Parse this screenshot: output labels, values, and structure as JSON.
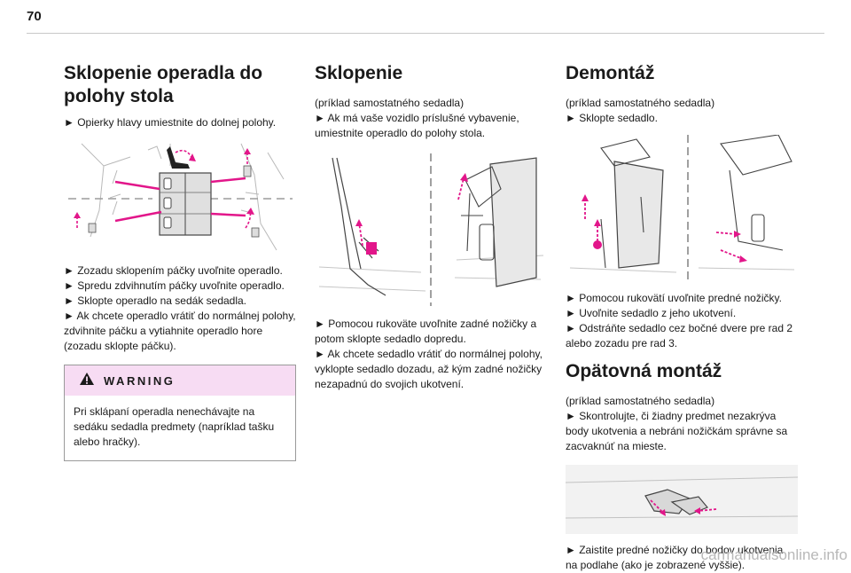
{
  "page_number": "70",
  "col1": {
    "title_line1": "Sklopenie operadla do",
    "title_line2": "polohy stola",
    "intro": "► Opierky hlavy umiestnite do dolnej polohy.",
    "steps": [
      "► Zozadu sklopením páčky uvoľnite operadlo.",
      "► Spredu zdvihnutím páčky uvoľnite operadlo.",
      "► Sklopte operadlo na sedák sedadla.",
      "► Ak chcete operadlo vrátiť do normálnej polohy, zdvihnite páčku a vytiahnite operadlo hore (zozadu sklopte páčku)."
    ],
    "warning": {
      "title": "WARNING",
      "text": "Pri sklápaní operadla nenechávajte na sedáku sedadla predmety (napríklad tašku alebo hračky)."
    }
  },
  "col2": {
    "title": "Sklopenie",
    "intro_lines": [
      "(príklad samostatného sedadla)",
      "► Ak má vaše vozidlo príslušné vybavenie, umiestnite operadlo do polohy stola."
    ],
    "steps": [
      "► Pomocou rukoväte uvoľnite zadné nožičky a potom sklopte sedadlo dopredu.",
      "► Ak chcete sedadlo vrátiť do normálnej polohy, vyklopte sedadlo dozadu, až kým zadné nožičky nezapadnú do svojich ukotvení."
    ]
  },
  "col3": {
    "title": "Demontáž",
    "intro_lines": [
      "(príklad samostatného sedadla)",
      "► Sklopte sedadlo."
    ],
    "steps": [
      "► Pomocou rukovätí uvoľnite predné nožičky.",
      "► Uvoľnite sedadlo z jeho ukotvení.",
      "► Odstráňte sedadlo cez bočné dvere pre rad 2 alebo zozadu pre rad 3."
    ],
    "title2": "Opätovná montáž",
    "intro2_lines": [
      "(príklad samostatného sedadla)",
      "► Skontrolujte, či žiadny predmet nezakrýva body ukotvenia a nebráni nožičkám správne sa zacvaknúť na mieste."
    ],
    "final": "► Zaistite predné nožičky do bodov ukotvenia na podlahe (ako je zobrazené vyššie)."
  },
  "watermark": "carmanualsonline.info",
  "colors": {
    "accent_magenta": "#e2168a",
    "warning_bg": "#f7dcf3",
    "line_art": "#3a3a3a"
  }
}
